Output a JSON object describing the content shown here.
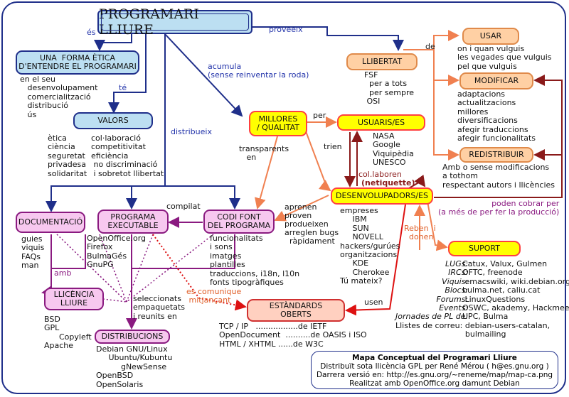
{
  "title": "PROGRAMARI LLIURE",
  "nodes": {
    "etica": "UNA  FORMA ÈTICA\nD'ENTENDRE EL PROGRAMARI",
    "valors": "VALORS",
    "millores": "MILLORES\n/ QUALITAT",
    "usuaris": "USUARIS/ES",
    "llibertat": "LLIBERTAT",
    "usar": "USAR",
    "modificar": "MODIFICAR",
    "redistribuir": "REDISTRIBUIR",
    "desenvolupadors": "DESENVOLUPADORS/ES",
    "suport": "SUPORT",
    "documentacio": "DOCUMENTACIÓ",
    "programa": "PROGRAMA\nEXECUTABLE",
    "codi": "CODI FONT\nDEL PROGRAMA",
    "llicencia": "LLICÈNCIA\nLLIURE",
    "distribucions": "DISTRIBUCIONS",
    "estandards": "ESTÀNDARDS\nOBERTS"
  },
  "links": {
    "es": "és",
    "te": "té",
    "proveeix": "proveeix",
    "acumula": "acumula\n(sense reinventar la roda)",
    "distribueix": "distribueix",
    "de": "de",
    "per": "per",
    "trien": "trien",
    "transparents": "transparents\n   en",
    "colaboren": "col.laboren",
    "netiquette": "(netiquette)",
    "compilat": "compilat",
    "aprenen": "aprenen\nproven\nprodueixen\narreglen bugs\n  ràpidament",
    "amb": "amb",
    "comunique": "es comunique\n mitjançant",
    "usen": "usen",
    "reben": "Reben  i\n  donen",
    "cobrar": "poden cobrar per\n(a més de per fer la producció)"
  },
  "texts": {
    "etica_list": "en el seu\n   desenvolupament\n   comercialització\n   distribució\n   ús",
    "valors_left": "ètica\nciència\nseguretat\nprivadesa\nsolidaritat",
    "valors_right": "col·laboració\ncompetitivitat\neficiència\n no discriminació\n i sobretot llibertat",
    "llibertat_list": "FSF\n  per a tots\n  per sempre\n OSI",
    "usar_list": "on i quan vulguis\nles vegades que vulguis\npel que vulguis",
    "modificar_list": "adaptacions\nactualitzacions\nmillores\ndiversificacions\nafegir traduccions\nafegir funcionalitats",
    "usuaris_list": "NASA\nGoogle\nViquipèdia\nUNESCO",
    "redistribuir_list": "Amb o sense modificacions\na tothom\nrespectant autors i llicències",
    "dev_list": "empreses\n     IBM\n     SUN\n     NOVELL\nhackers/gurúes\norganitzacions\n     KDE\n     Cherokee\nTú mateix?",
    "suport_left": "LUGs:\nIRCs:\nViquis:\nBlocs:\nForums:\nEvents:\nJornades de PL de:",
    "suport_right": "Catux, Valux, Gulmen\nOFTC, freenode\n emacswiki, wiki.debian.org\nbulma.net, caliu.cat\n LinuxQuestions\nOSWC, akademy, Hackmeeting\nUPC, Bulma",
    "llistes": "Llistes de correu: debian-users-catalan,\n                            bulmailing",
    "doc_list": "guies\nviquis\nFAQs\nman",
    "programa_list": "OpenOffice.org\nFirefox\nBulmaGés\nGnuPG",
    "codi_list": "funcionalitats\ni sons\nimatges\nplantilles\ntraduccions, i18n, l10n\nfonts tipogràfiques",
    "llicencia_list": "BSD\nGPL\n      Copyleft\nApache",
    "seleccionats": "seleccionats\nempaquetats\ni reunits en",
    "distribucions_list": "Debian GNU/Linux\n     Ubuntu/Kubuntu\n          gNewSense\nOpenBSD\nOpenSolaris",
    "estandards_list": "TCP / IP   .................de IETF\nOpenDocument  ..........de OASIS i ISO\nHTML / XHTML ......de W3C"
  },
  "legend": {
    "title": "Mapa Conceptual del Programari Lliure",
    "line1": "Distribuït sota llicència GPL per René Mérou ( h@es.gnu.org )",
    "line2": "Darrera versió en: http://es.gnu.org/~reneme/map/map-ca.png",
    "line3": "Realitzat amb OpenOffice.org damunt Debian"
  },
  "colors": {
    "frame": "#1f2f8a",
    "blue_node": "#bcdff2",
    "yellow_node": "#ffff00",
    "orange_node": "#ffd0a4",
    "pink_node": "#f7c8ef",
    "salmon_node": "#ffd0c0",
    "orange_line": "#f08050",
    "purple_line": "#8a1a80",
    "maroon_line": "#8a1a1a",
    "red_line": "#dd1111"
  }
}
